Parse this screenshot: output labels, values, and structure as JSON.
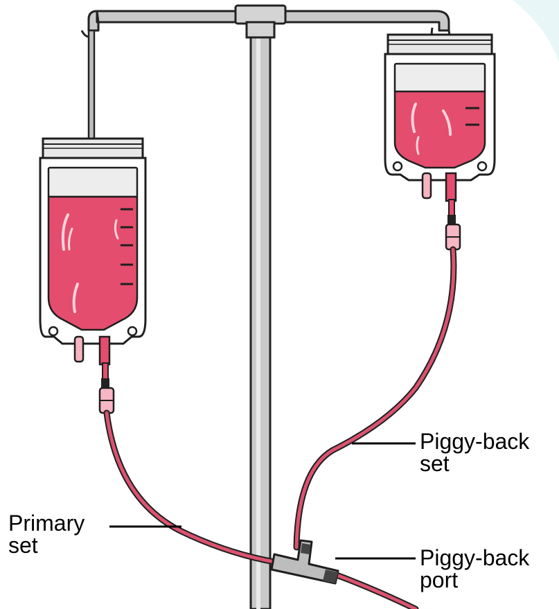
{
  "labels": {
    "primary_set": [
      "Primary",
      "set"
    ],
    "piggyback_set": [
      "Piggy-back",
      "set"
    ],
    "piggyback_port": [
      "Piggy-back",
      "port"
    ]
  },
  "colors": {
    "fluid": "#e44d6e",
    "fluid_light": "#f58ba0",
    "tubing": "#d9536f",
    "tubing_highlight": "#f7a9b8",
    "pole": "#c6c6c6",
    "pole_dark": "#2a2a2a",
    "bag_tab": "#e6e6e6",
    "bag_outline": "#1e1e1e",
    "port_body": "#bdbdbd",
    "leader_line": "#000000"
  }
}
